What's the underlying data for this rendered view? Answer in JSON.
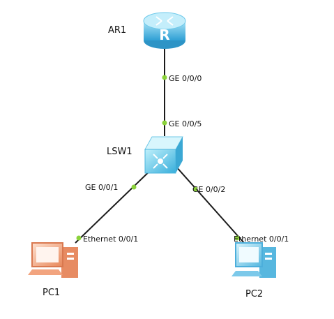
{
  "topology": {
    "devices": {
      "ar1": {
        "name": "AR1",
        "type": "router"
      },
      "lsw1": {
        "name": "LSW1",
        "type": "switch"
      },
      "pc1": {
        "name": "PC1",
        "type": "pc"
      },
      "pc2": {
        "name": "PC2",
        "type": "pc"
      }
    },
    "links": [
      {
        "from": "AR1",
        "from_port": "GE 0/0/0",
        "to": "LSW1",
        "to_port": "GE 0/0/5"
      },
      {
        "from": "LSW1",
        "from_port": "GE 0/0/1",
        "to": "PC1",
        "to_port": "Ethernet 0/0/1"
      },
      {
        "from": "LSW1",
        "from_port": "GE 0/0/2",
        "to": "PC2",
        "to_port": "Ethernet 0/0/1"
      }
    ]
  },
  "colors": {
    "link": "#1a1a1a",
    "port_indicator": "#8bd23a",
    "router_body": "#55bfe8",
    "switch_body": "#7fd3ef",
    "pc1_body": "#f4a57f",
    "pc2_body": "#8fd3ef"
  },
  "icons": {
    "router": "router-icon",
    "switch": "switch-icon",
    "pc1": "pc-icon",
    "pc2": "pc-icon"
  }
}
